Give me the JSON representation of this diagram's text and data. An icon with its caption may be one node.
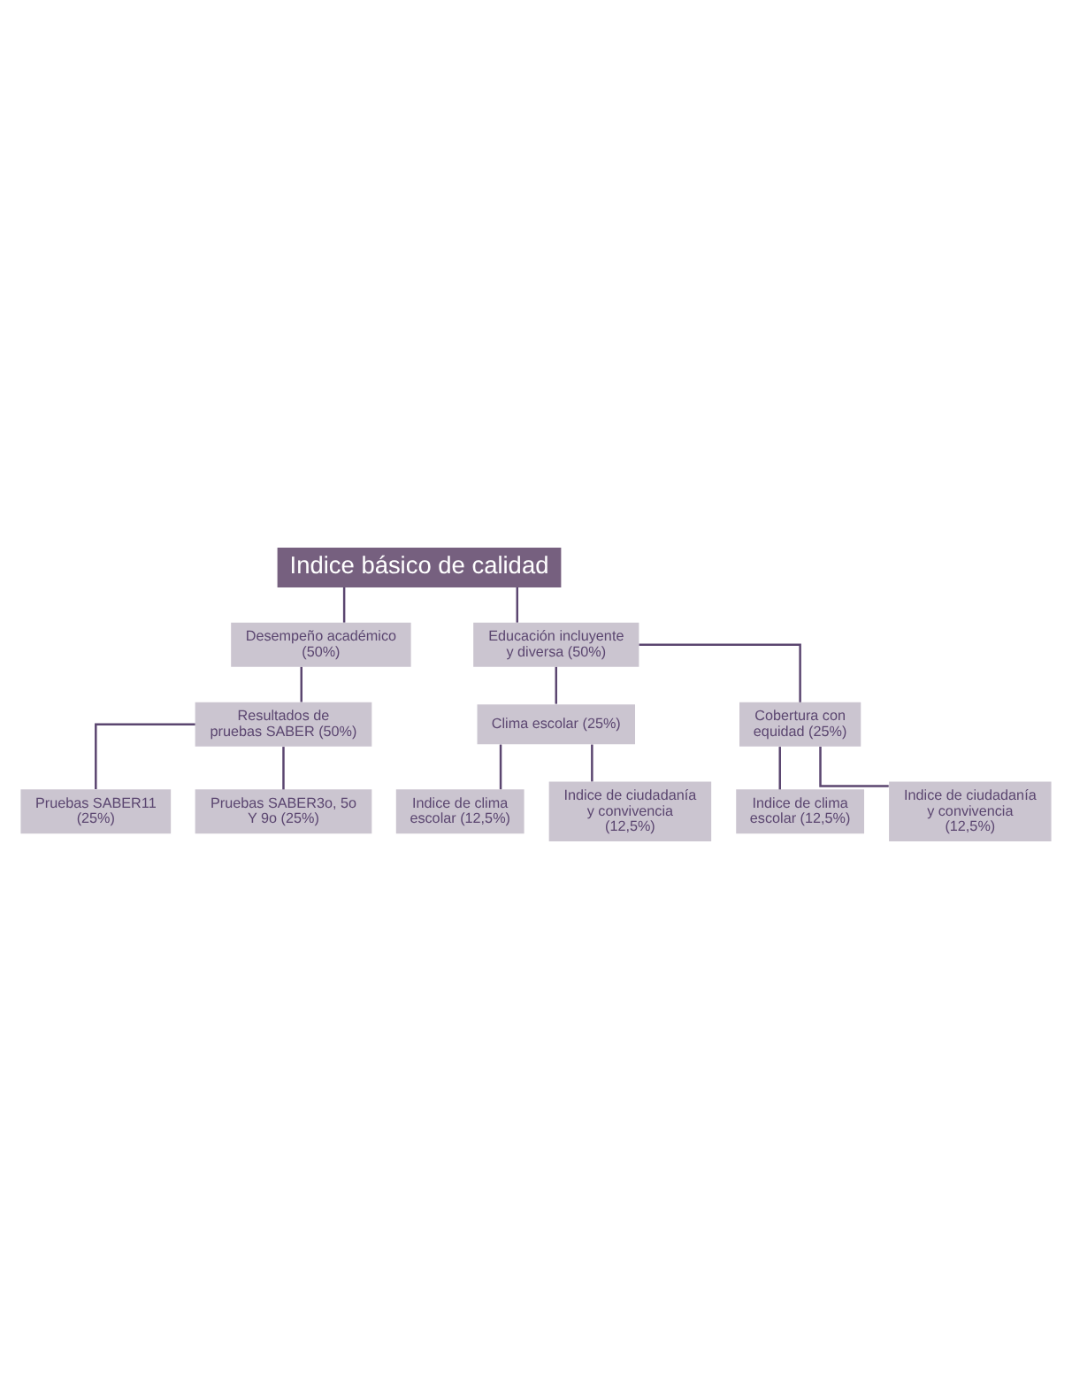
{
  "diagram": {
    "nodes": [
      {
        "text": [
          "Indice básico de calidad"
        ]
      },
      {
        "text": [
          "Desempeño académico (50%)"
        ]
      },
      {
        "text": [
          "Educación incluyente y diversa (50%)"
        ]
      },
      {
        "text": [
          "Resultados de pruebas SABER (50%)"
        ]
      },
      {
        "text": [
          "Clima escolar (25%)"
        ]
      },
      {
        "text": [
          "Cobertura con equidad (25%)"
        ]
      },
      {
        "text": [
          "Pruebas SABER11 (25%)"
        ]
      },
      {
        "text": [
          "Pruebas SABER3o, 5o Y 9o (25%)"
        ]
      },
      {
        "text": [
          "Indice de clima escolar (12,5%)"
        ]
      },
      {
        "text": [
          "Indice de ciudadanía y convivencia (12,5%)"
        ]
      },
      {
        "text": [
          "Indice de clima escolar (12,5%)"
        ]
      },
      {
        "text": [
          "Indice de ciudadanía y convivencia (12,5%)"
        ]
      }
    ],
    "edges": [
      {
        "from": 0,
        "to": 1,
        "arrow": "none"
      },
      {
        "from": 0,
        "to": 2,
        "arrow": "none"
      },
      {
        "from": 1,
        "to": 3,
        "arrow": "none"
      },
      {
        "from": 2,
        "to": 4,
        "arrow": "none"
      },
      {
        "from": 2,
        "to": 5,
        "arrow": "none"
      },
      {
        "from": 3,
        "to": 6,
        "arrow": "none"
      },
      {
        "from": 3,
        "to": 7,
        "arrow": "none"
      },
      {
        "from": 4,
        "to": 8,
        "arrow": "none"
      },
      {
        "from": 4,
        "to": 9,
        "arrow": "none"
      },
      {
        "from": 5,
        "to": 10,
        "arrow": "none"
      },
      {
        "from": 5,
        "to": 11,
        "arrow": "none"
      }
    ]
  }
}
